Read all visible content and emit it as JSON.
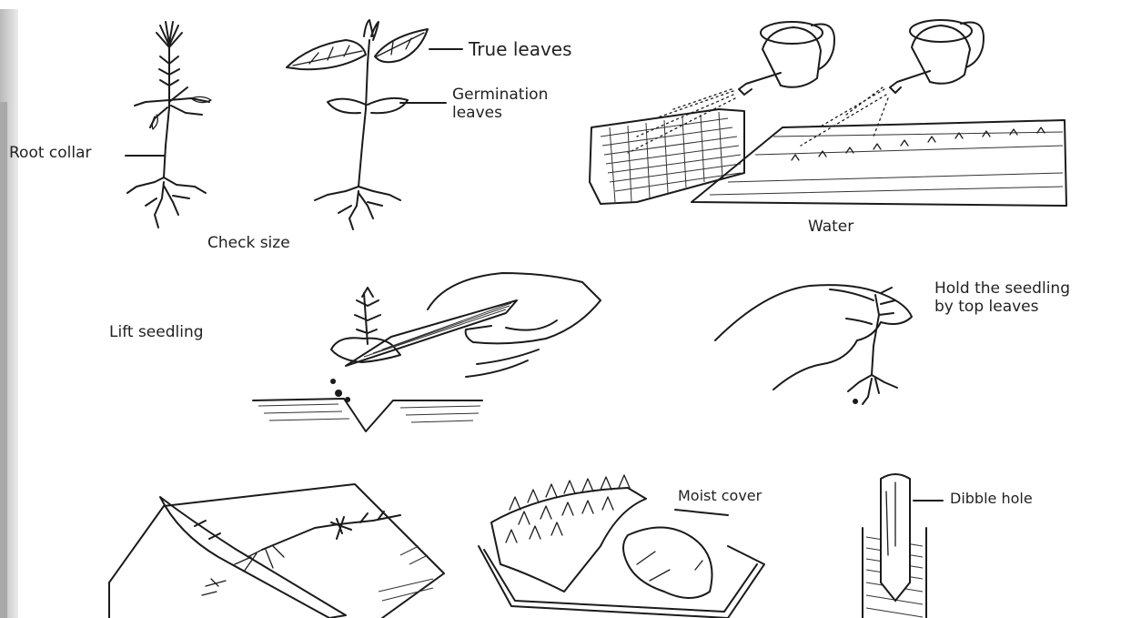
{
  "labels": {
    "true_leaves": "True leaves",
    "germination_leaves_1": "Germination",
    "germination_leaves_2": "leaves",
    "root_collar": "Root collar",
    "check_size": "Check size",
    "water": "Water",
    "hold_1": "Hold the seedling",
    "hold_2": "by top leaves",
    "lift_seedling": "Lift seedling",
    "moist_cover": "Moist cover",
    "dibble_hole": "Dibble hole"
  }
}
